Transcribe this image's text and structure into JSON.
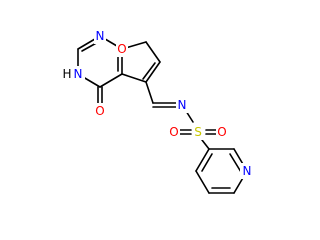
{
  "molecule": {
    "atom_labels": {
      "n_pyrimidine_top": "N",
      "o_furan": "O",
      "nh_label": "N",
      "nh_h": "H",
      "o_carbonyl": "O",
      "n_imine": "N",
      "s_sulfonyl": "S",
      "o_sulfonyl_left": "O",
      "o_sulfonyl_right": "O",
      "n_pyridine": "N"
    },
    "colors": {
      "nitrogen": "#0000ff",
      "oxygen": "#ff0000",
      "sulfur": "#c8c800",
      "bond": "#000000",
      "hydrogen": "#000000"
    }
  }
}
